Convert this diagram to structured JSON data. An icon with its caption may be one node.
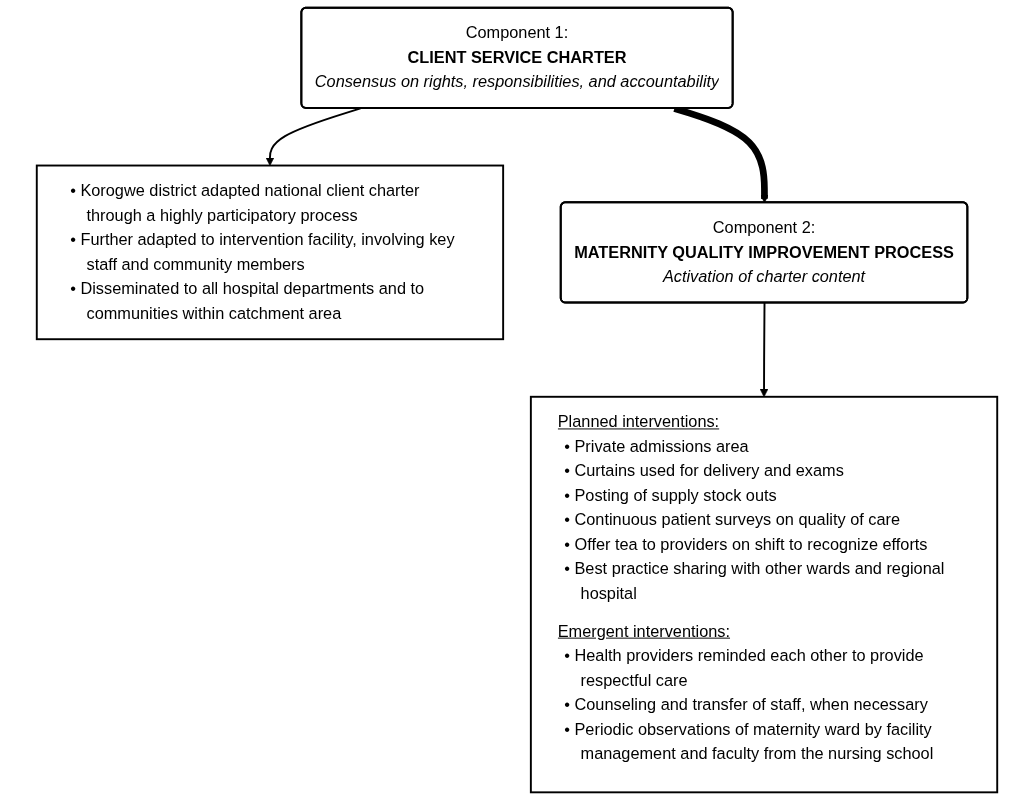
{
  "diagram": {
    "nodes": [
      {
        "text": [
          "Component 1:",
          "CLIENT SERVICE CHARTER",
          "Consensus on rights, responsibilities, and accountability"
        ]
      },
      {
        "text": [
          "• Korogwe district adapted national client charter through a highly participatory process",
          "• Further adapted to intervention facility, involving key staff and community members",
          "• Disseminated to all hospital departments and to communities within catchment area"
        ]
      },
      {
        "text": [
          "Component 2:",
          "MATERNITY QUALITY IMPROVEMENT PROCESS",
          "Activation of charter content"
        ]
      },
      {
        "text": [
          "Planned interventions:",
          "• Private admissions area",
          "• Curtains used for delivery and exams",
          "• Posting of supply stock outs",
          "• Continuous patient surveys on quality of care",
          "• Offer tea to providers on shift to recognize efforts",
          "• Best practice sharing with other wards and regional hospital",
          "Emergent interventions:",
          "• Health providers reminded each other to provide respectful care",
          "• Counseling and transfer of staff, when necessary",
          "• Periodic observations of maternity ward by facility management and faculty from the nursing school"
        ]
      }
    ],
    "edges": [
      {
        "from": 0,
        "to": 1,
        "arrow": "to"
      },
      {
        "from": 0,
        "to": 2,
        "arrow": "to",
        "style": "thick"
      },
      {
        "from": 2,
        "to": 3,
        "arrow": "to"
      }
    ]
  }
}
